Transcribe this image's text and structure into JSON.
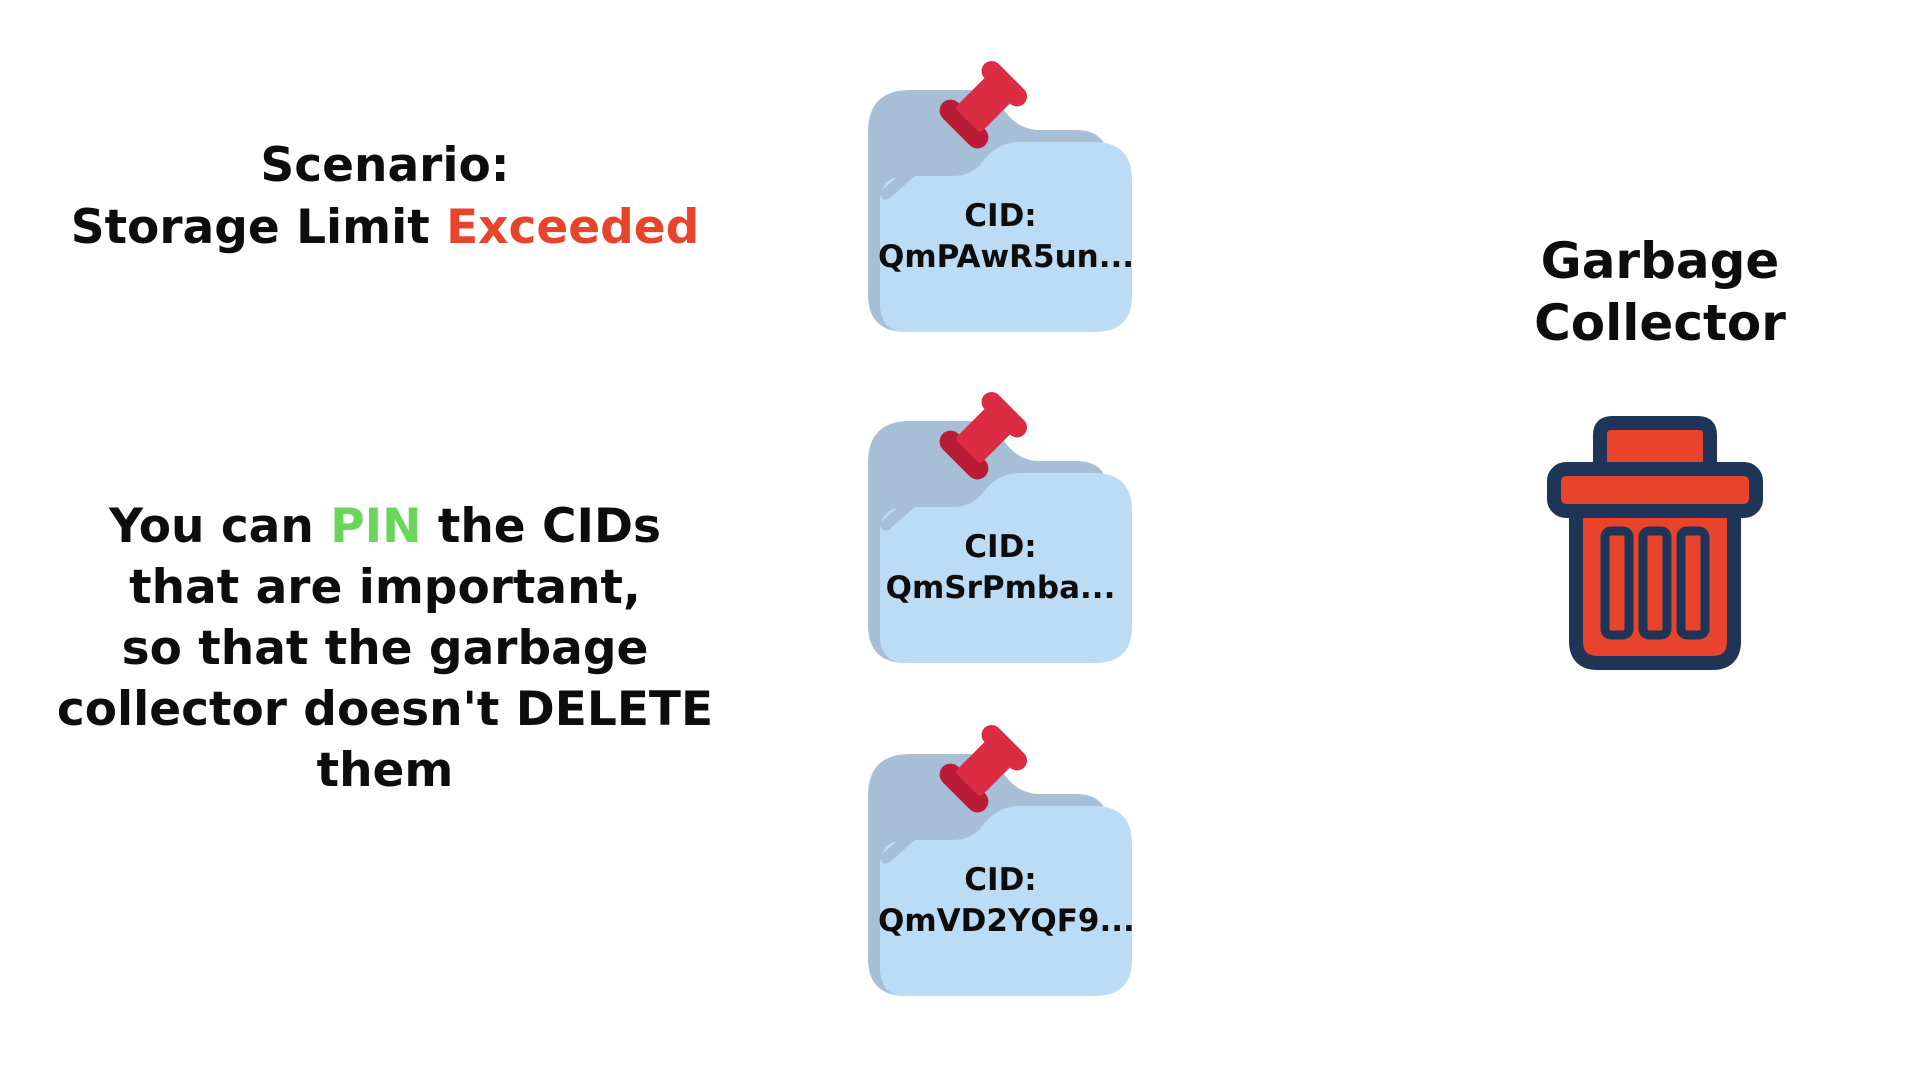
{
  "scenario": {
    "line1": "Scenario:",
    "line2_prefix": "Storage Limit ",
    "line2_highlight": "Exceeded"
  },
  "pin_note": {
    "line1_prefix": "You can ",
    "line1_highlight": "PIN",
    "line1_suffix": " the CIDs",
    "line2": "that are important,",
    "line3": "so that the garbage",
    "line4": "collector doesn't DELETE",
    "line5": "them"
  },
  "garbage_collector": {
    "line1": "Garbage",
    "line2": "Collector",
    "icon": "trash-can-icon"
  },
  "folders": [
    {
      "cid_label": "CID:",
      "cid_value": "QmPAwR5un..."
    },
    {
      "cid_label": "CID:",
      "cid_value": "QmSrPmba..."
    },
    {
      "cid_label": "CID:",
      "cid_value": "QmVD2YQF9..."
    }
  ],
  "icons": {
    "folder": "folder-icon",
    "pin": "pushpin-icon"
  },
  "colors": {
    "exceeded": "#e8442c",
    "pin": "#6bd45a",
    "text": "#0d0d0d",
    "folder_back": "#a7bfd6",
    "folder_front": "#bcdcf5",
    "pushpin": "#dc2c44",
    "pushpin_dark": "#b81c36",
    "trash_outline": "#1f3557",
    "trash_fill": "#e8442c"
  }
}
